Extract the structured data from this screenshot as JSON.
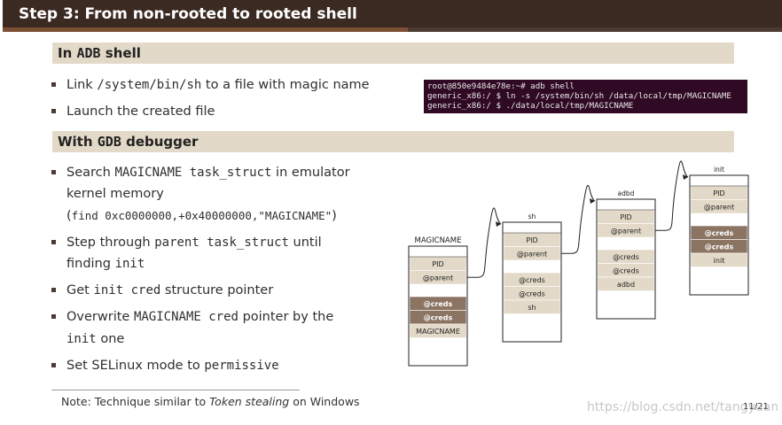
{
  "slide": {
    "title": "Step 3: From non-rooted to rooted shell",
    "progress_fraction": 0.52,
    "page_number": "11/21"
  },
  "sections": [
    {
      "prefix": "In ",
      "mono": "ADB",
      "suffix": " shell"
    },
    {
      "prefix": "With ",
      "mono": "GDB",
      "suffix": " debugger"
    }
  ],
  "adb_bullets": [
    {
      "p1": "Link ",
      "m1": "/system/bin/sh",
      "p2": " to a file with magic name"
    },
    {
      "p1": "Launch the created file"
    }
  ],
  "gdb_bullets": [
    {
      "p1": "Search ",
      "m1": "MAGICNAME task_struct",
      "p2": " in emulator"
    },
    {
      "p1": "kernel memory"
    },
    {
      "p1": "(",
      "m1": "find 0xc0000000,+0x40000000,\"MAGICNAME\"",
      "p2": ")"
    },
    {
      "p1": "Step through ",
      "m1": "parent task_struct",
      "p2": " until"
    },
    {
      "p1": "finding ",
      "m1": "init"
    },
    {
      "p1": "Get ",
      "m1": "init cred",
      "p2": " structure pointer"
    },
    {
      "p1": "Overwrite ",
      "m1": "MAGICNAME cred",
      "p2": " pointer by the"
    },
    {
      "m1": "init",
      "p2": " one"
    },
    {
      "p1": "Set SELinux mode to ",
      "m1": "permissive"
    }
  ],
  "terminal_lines": [
    "root@850e9484e78e:~# adb shell",
    "generic_x86:/ $ ln -s /system/bin/sh /data/local/tmp/MAGICNAME",
    "generic_x86:/ $ ./data/local/tmp/MAGICNAME"
  ],
  "diagram": {
    "structs": [
      {
        "name": "MAGICNAME",
        "rows": [
          "",
          "PID",
          "@parent",
          "",
          "@creds",
          "@creds",
          "MAGICNAME",
          ""
        ]
      },
      {
        "name": "sh",
        "rows": [
          "",
          "PID",
          "@parent",
          "",
          "@creds",
          "@creds",
          "sh",
          ""
        ]
      },
      {
        "name": "adbd",
        "rows": [
          "",
          "PID",
          "@parent",
          "",
          "@creds",
          "@creds",
          "adbd",
          ""
        ]
      },
      {
        "name": "init",
        "rows": [
          "",
          "PID",
          "@parent",
          "",
          "@creds",
          "@creds",
          "init",
          ""
        ]
      }
    ],
    "colors": {
      "field": "#e3d9c8",
      "creds_dark": "#8c7463",
      "creds_text": "#ffffff"
    }
  },
  "footnote": {
    "prefix": "Note: Technique similar to ",
    "italic": "Token stealing",
    "suffix": " on Windows"
  },
  "watermark": "https://blog.csdn.net/tangyuan"
}
